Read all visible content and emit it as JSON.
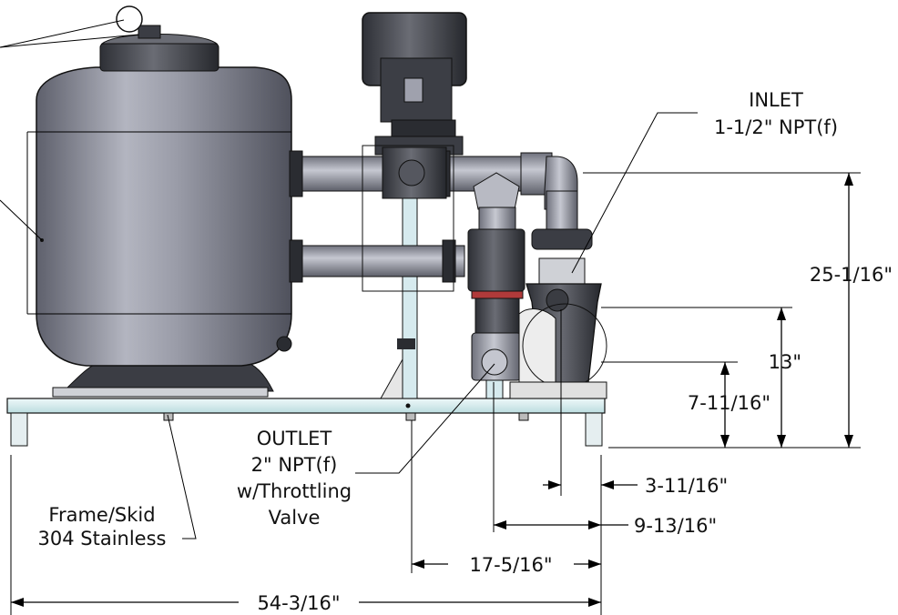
{
  "labels": {
    "inlet_title": "INLET",
    "inlet_spec": "1-1/2\" NPT(f)",
    "outlet_title": "OUTLET",
    "outlet_spec": "2\" NPT(f)",
    "outlet_valve_line1": "w/Throttling",
    "outlet_valve_line2": "Valve",
    "frame_line1": "Frame/Skid",
    "frame_line2": "304 Stainless"
  },
  "dimensions": {
    "height_total": "25-1/16\"",
    "height_pump_top": "13\"",
    "height_outlet": "7-11/16\"",
    "offset_inlet": "3-11/16\"",
    "offset_outlet": "9-13/16\"",
    "offset_pump": "17-5/16\"",
    "width_total": "54-3/16\""
  },
  "colors": {
    "tank": "#8a8c99",
    "frame": "#d9eef0",
    "pipe": "#9fa1ad",
    "pump": "#6e7078"
  }
}
